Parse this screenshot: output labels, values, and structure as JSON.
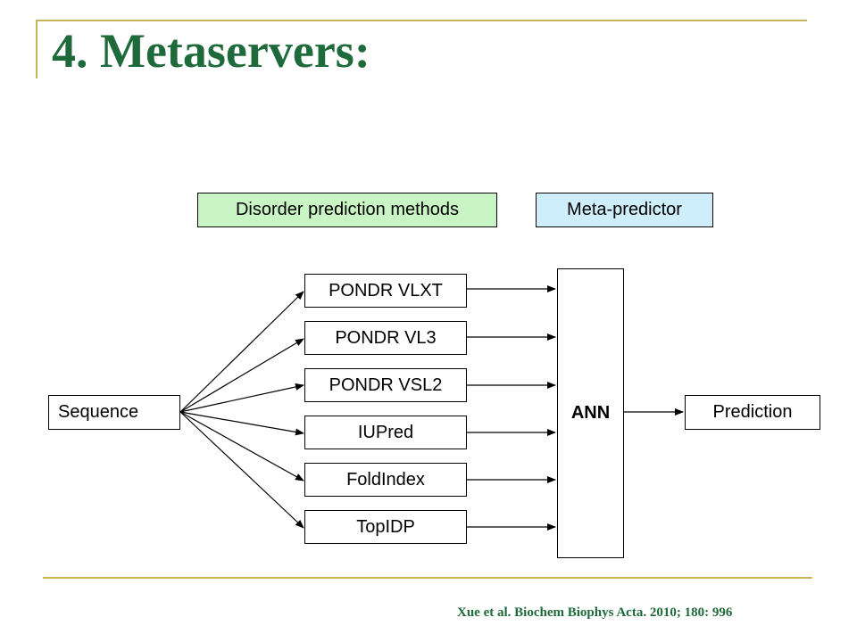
{
  "slide": {
    "title": "4. Metaservers:",
    "citation": "Xue et al. Biochem Biophys Acta. 2010; 180: 996"
  },
  "legend": {
    "methods_label": "Disorder prediction methods",
    "meta_label": "Meta-predictor"
  },
  "diagram": {
    "input_label": "Sequence",
    "methods": [
      "PONDR VLXT",
      "PONDR VL3",
      "PONDR VSL2",
      "IUPred",
      "FoldIndex",
      "TopIDP"
    ],
    "combiner_label": "ANN",
    "output_label": "Prediction"
  },
  "colors": {
    "title_green": "#1e6a3a",
    "frame_gold": "#c8b45a",
    "methods_fill": "#c9f4c4",
    "meta_fill": "#cdeefa"
  }
}
